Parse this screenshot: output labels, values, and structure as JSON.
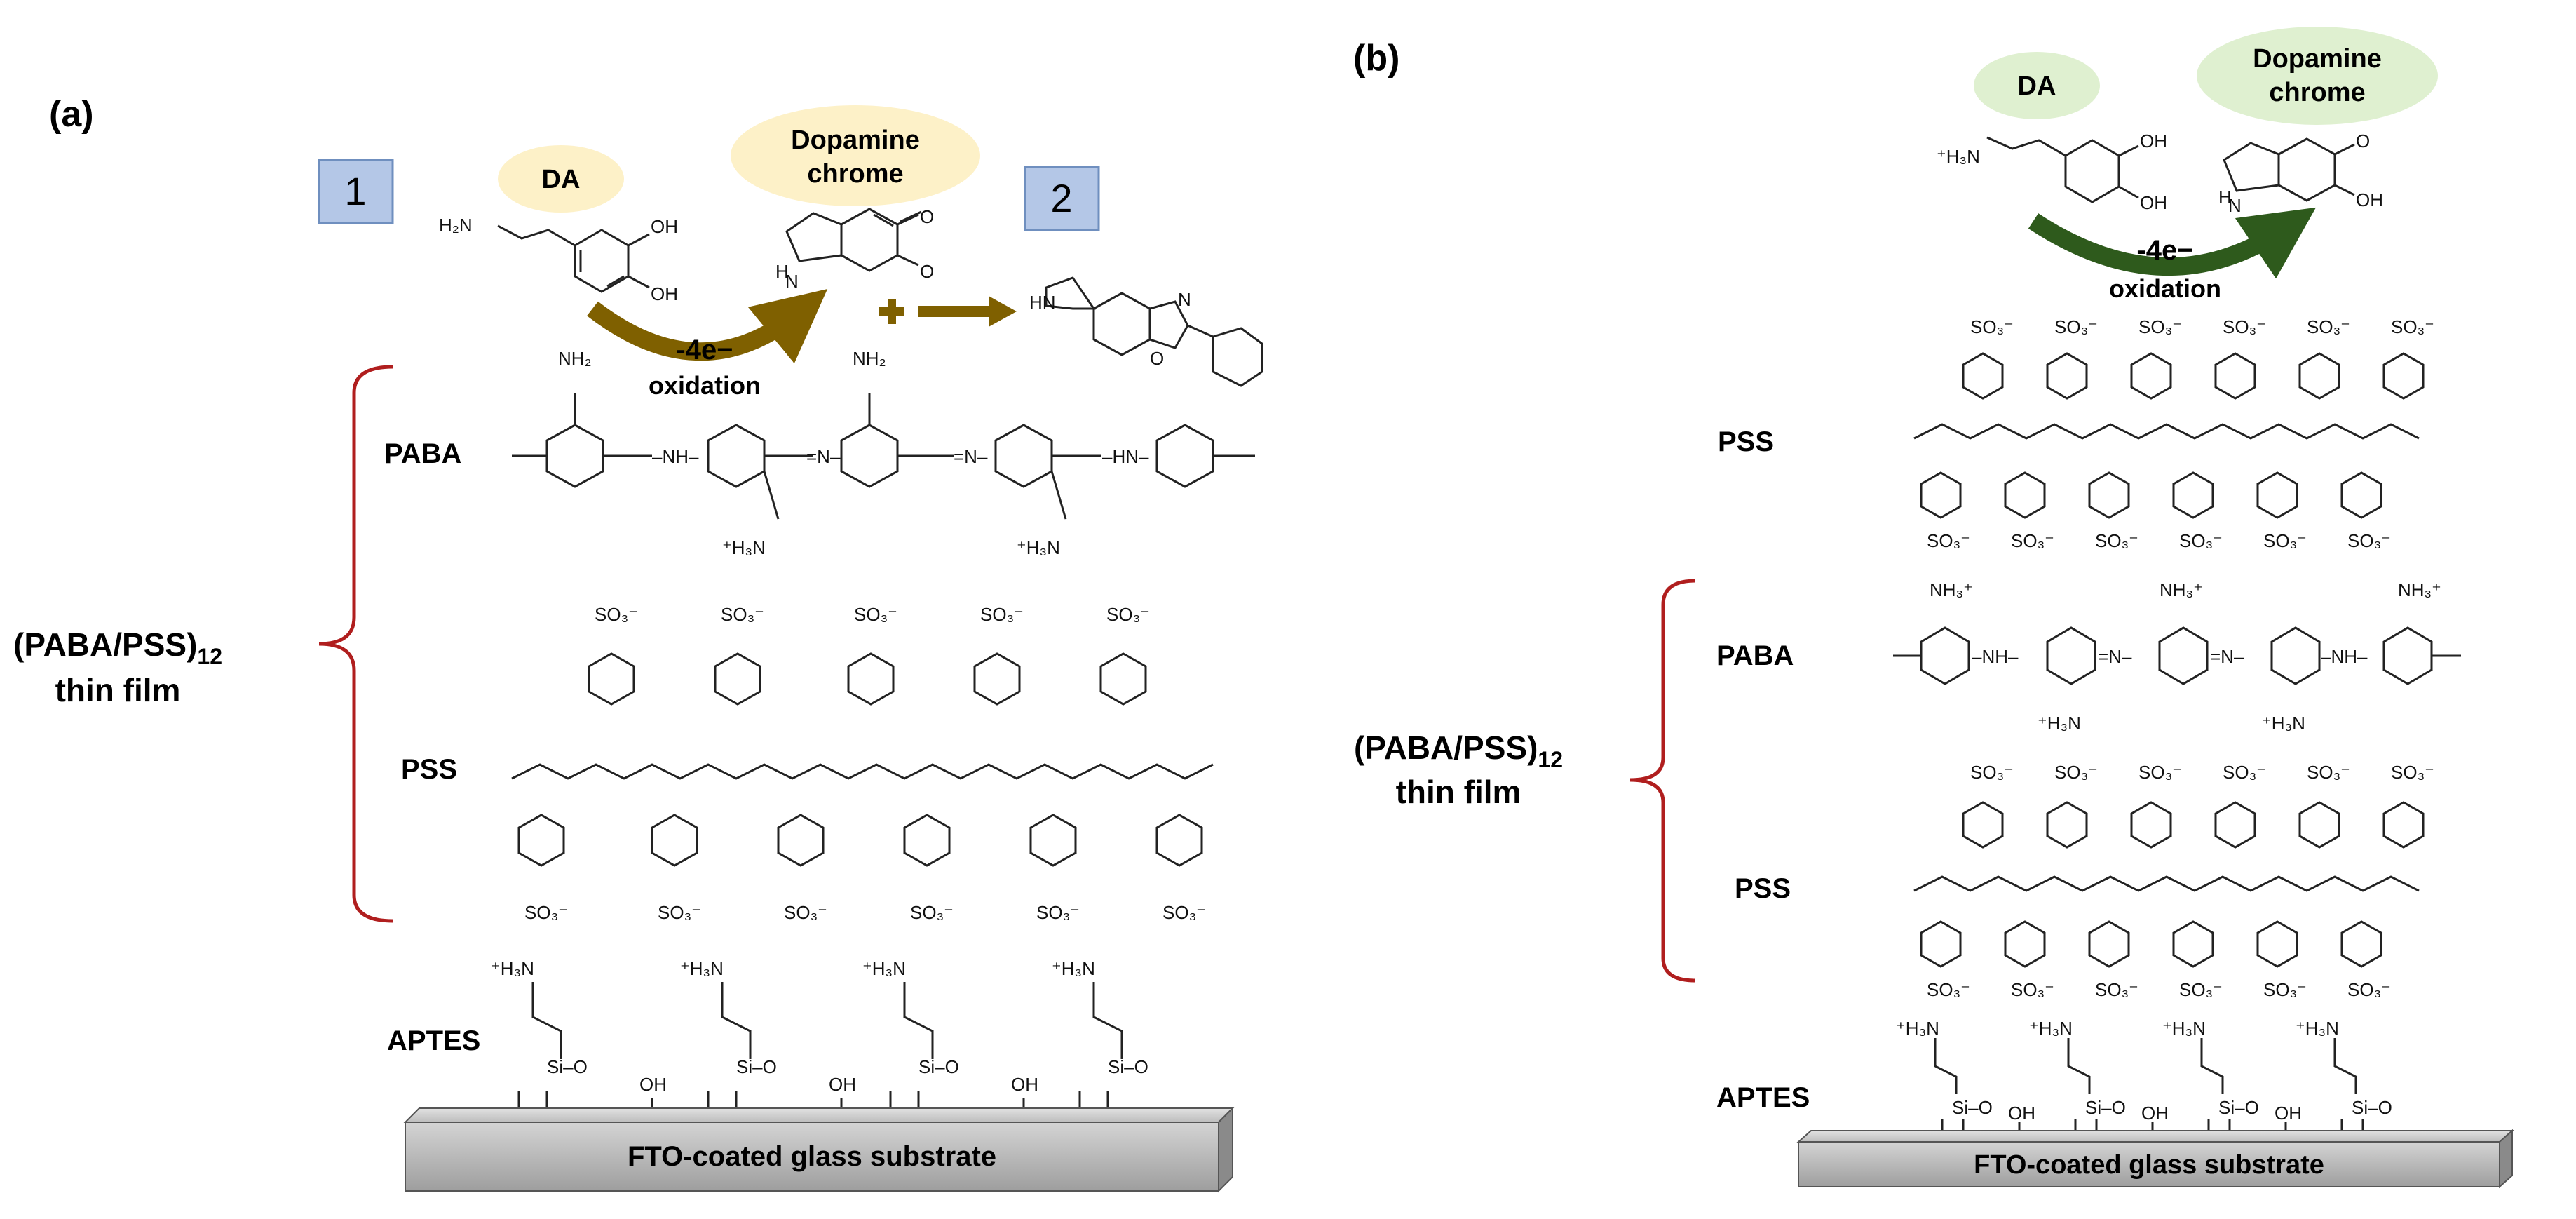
{
  "panel_a": {
    "panel_label": "(a)",
    "step1": "1",
    "step2": "2",
    "da_label": "DA",
    "dopaminechrome_label": [
      "Dopamine",
      "chrome"
    ],
    "reaction_text": "-4e−",
    "oxidation_text": "oxidation",
    "film_label": "(PABA/PSS)",
    "film_subscript": "12",
    "film_sublabel": "thin film",
    "layer_paba": "PABA",
    "layer_pss": "PSS",
    "layer_aptes": "APTES",
    "substrate_label": "FTO-coated glass substrate"
  },
  "panel_b": {
    "panel_label": "(b)",
    "da_label": "DA",
    "dopaminechrome_label": [
      "Dopamine",
      "chrome"
    ],
    "reaction_text": "-4e−",
    "oxidation_text": "oxidation",
    "film_label": "(PABA/PSS)",
    "film_subscript": "12",
    "film_sublabel": "thin film",
    "layer_pss_top": "PSS",
    "layer_paba": "PABA",
    "layer_pss_bottom": "PSS",
    "layer_aptes": "APTES",
    "substrate_label": "FTO-coated glass substrate"
  },
  "colors": {
    "step_box": "#b4c7e7",
    "label_ellipse": "#fdf1c8",
    "label_ellipse_b": "#dff0d0",
    "arrow_a": "#7f6000",
    "arrow_b": "#2e5a1c",
    "bracket": "#b01e1e",
    "substrate": "#c8c8c8"
  }
}
